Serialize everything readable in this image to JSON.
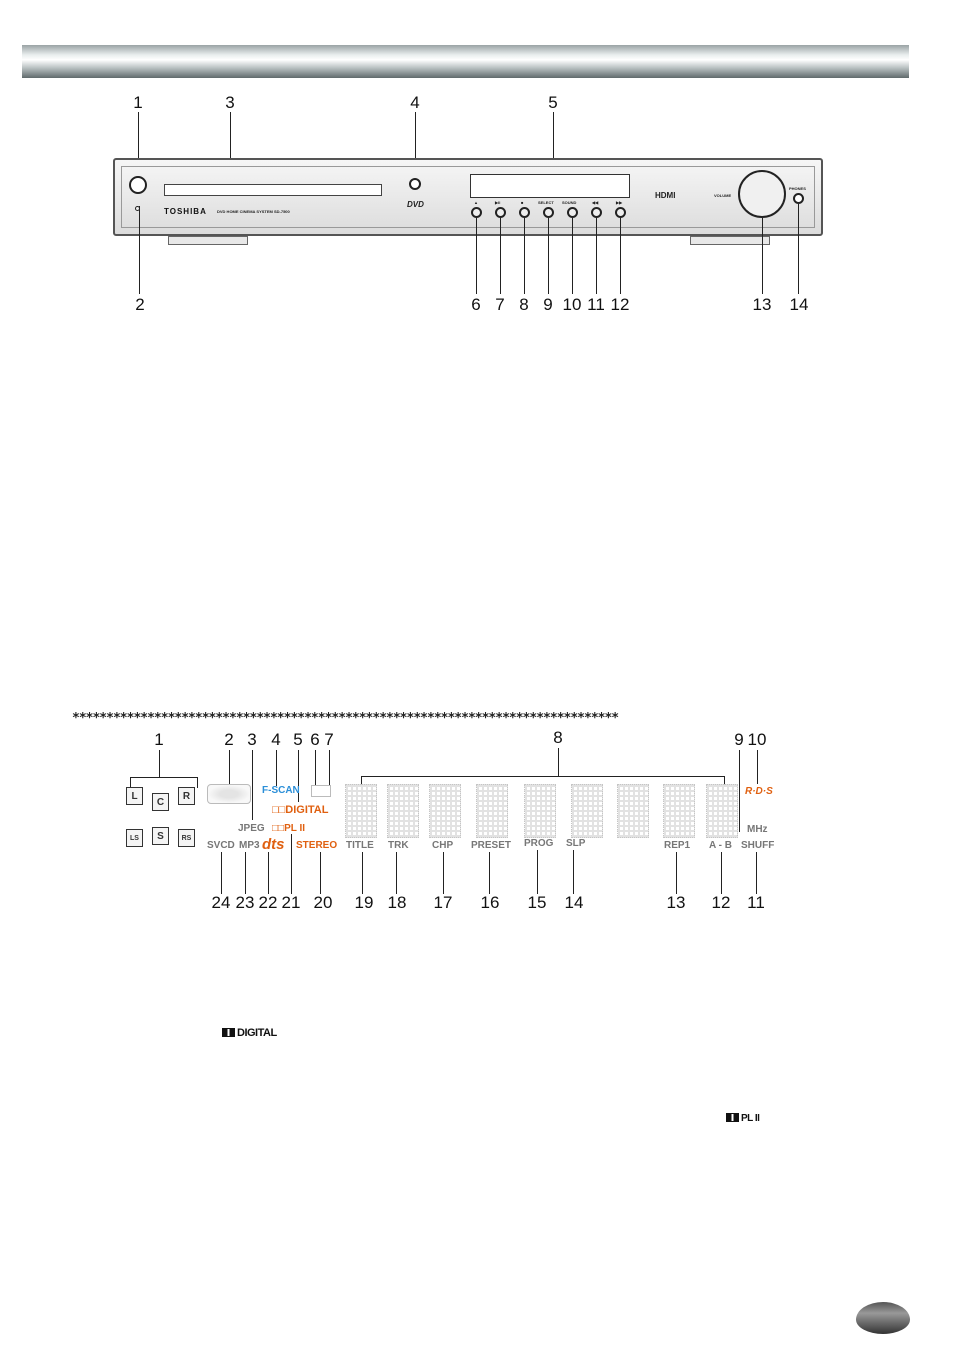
{
  "front_panel": {
    "callouts_top": [
      "1",
      "3",
      "4",
      "5"
    ],
    "callouts_bottom": [
      "2",
      "6",
      "7",
      "8",
      "9",
      "10",
      "11",
      "12",
      "13",
      "14"
    ],
    "brand": "TOSHIBA",
    "model_text": "DVD HOME CINEMA SYSTEM SD-7500",
    "hdmi": "HDMI",
    "volume": "VOLUME",
    "phones": "PHONES",
    "dvd_logo": "DVD",
    "button_labels": [
      "▲",
      "▶II",
      "■",
      "SELECT",
      "SOUND",
      "◀◀",
      "▶▶"
    ]
  },
  "separator": "********************************************************************************",
  "display": {
    "callouts_top": [
      "1",
      "2",
      "3",
      "4",
      "5",
      "6",
      "7",
      "8",
      "9",
      "10"
    ],
    "callouts_bottom": [
      "24",
      "23",
      "22",
      "21",
      "20",
      "19",
      "18",
      "17",
      "16",
      "15",
      "14",
      "13",
      "12",
      "11"
    ],
    "speakers": [
      "L",
      "C",
      "R",
      "LS",
      "S",
      "RS"
    ],
    "indicators": {
      "fscan": "F-SCAN",
      "digital": "DIGITAL",
      "jpeg": "JPEG",
      "pl2": "PL II",
      "svcd": "SVCD",
      "mp3": "MP3",
      "dts": "dts",
      "stereo": "STEREO",
      "title": "TITLE",
      "trk": "TRK",
      "chp": "CHP",
      "preset": "PRESET",
      "prog": "PROG",
      "sleep": "SLP",
      "rep1": "REP1",
      "ab": "A - B",
      "shuff": "SHUFF",
      "mhz": "MHz",
      "rds": "R·D·S"
    }
  },
  "inline_logos": {
    "digital": "DIGITAL",
    "pl2": "PL II"
  }
}
